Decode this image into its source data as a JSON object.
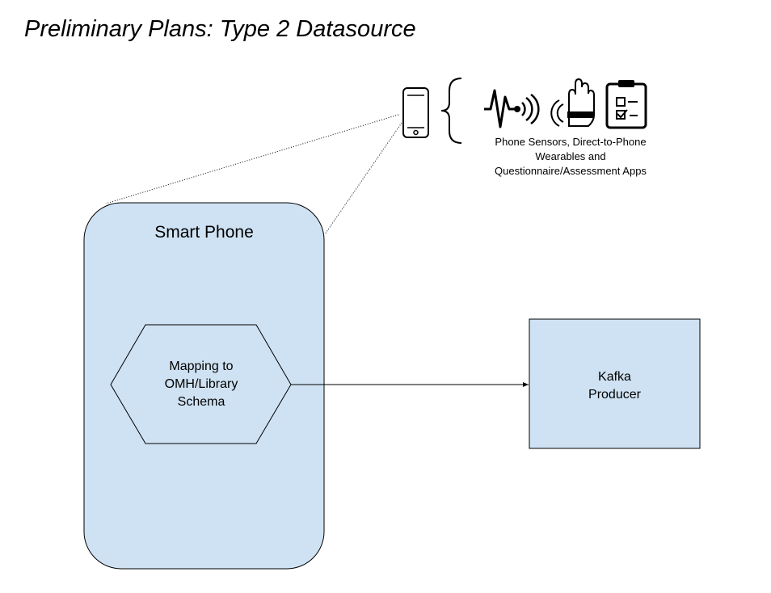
{
  "title": "Preliminary Plans: Type 2 Datasource",
  "colors": {
    "box_fill": "#cfe2f3",
    "stroke": "#000000",
    "background": "#ffffff"
  },
  "smart_phone": {
    "label": "Smart Phone"
  },
  "mapping": {
    "lines": [
      "Mapping to",
      "OMH/Library",
      "Schema"
    ]
  },
  "kafka": {
    "lines": [
      "Kafka",
      "Producer"
    ]
  },
  "sources": {
    "lines": [
      "Phone Sensors, Direct-to-Phone",
      "Wearables and",
      "Questionnaire/Assessment Apps"
    ],
    "icons": [
      "smartphone-icon",
      "brace-icon",
      "sensor-signal-icon",
      "wearable-hand-icon",
      "questionnaire-clipboard-icon"
    ]
  }
}
